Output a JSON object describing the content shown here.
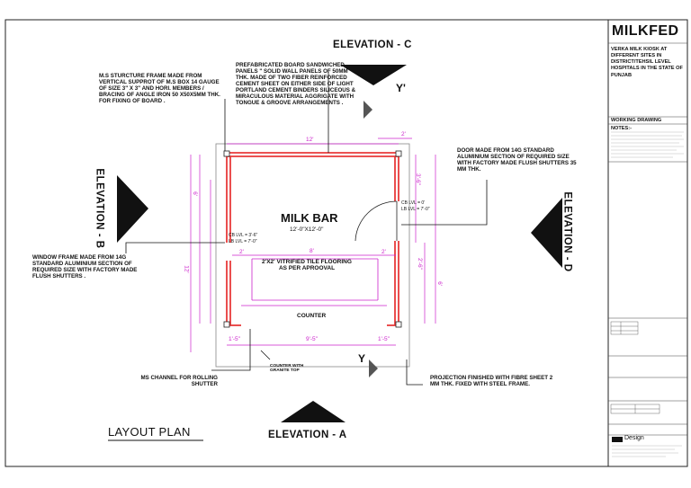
{
  "title_block": {
    "project": "MILKFED",
    "description": "VERKA MILK KIOSK AT DIFFERENT SITES IN DISTRICT/TEHSIL LEVEL HOSPITALS IN THE STATE OF PUNJAB",
    "drawing_type": "WORKING DRAWING",
    "notes_header": "NOTES:-",
    "logo_text": "Design"
  },
  "plan": {
    "title": "LAYOUT PLAN",
    "room_name": "MILK BAR",
    "room_size": "12'-0\"X12'-0\"",
    "flooring": "2'X2' VITRIFIED TILE FLOORING AS PER APROOVAL",
    "counter": "COUNTER",
    "counter_top": "COUNTER WITH GRANITE TOP"
  },
  "elevations": {
    "a": "ELEVATION - A",
    "b": "ELEVATION - B",
    "c": "ELEVATION - C",
    "d": "ELEVATION - D"
  },
  "section_marks": {
    "y_top": "Y'",
    "y_bottom": "Y"
  },
  "annotations": {
    "structure_frame": "M.S STURCTURE FRAME MADE FROM VERTICAL SUPPROT OF M.S BOX 14 GAUGE OF SIZE 3\" x 3\" AND HORI. MEMBERS / BRACING OF ANGLE IRON 50 X50X5MM THK. FOR FIXING OF BOARD .",
    "board_panels": "PREFABRICATED BOARD SANDWICHED PANELS \" SOLID WALL PANELS OF 50MM THK. MADE OF TWO FIBER REINFORCED CEMENT SHEET ON EITHER SIDE OF LIGHT PORTLAND CEMENT BINDERS SILICEOUS & MIRACULOUS MATERIAL AGGRIGATE WITH TONGUE & GROOVE ARRANGEMENTS .",
    "door": "DOOR MADE FROM 14G STANDARD ALUMINIUM SECTION OF REQUIRED SIZE WITH FACTORY MADE FLUSH SHUTTERS 35 MM THK.",
    "window": "WINDOW FRAME MADE FROM 14G STANDARD ALUMINIUM SECTION OF REQUIRED SIZE WITH FACTORY MADE FLUSH SHUTTERS .",
    "ms_channel": "MS CHANNEL FOR ROLLING SHUTTER",
    "projection": "PROJECTION FINISHED WITH FIBRE SHEET 2 MM THK. FIXED WITH STEEL FRAME."
  },
  "dimensions": {
    "top_width": "12'",
    "top_right": "2'",
    "mid_width": "8'",
    "side_2a": "2'",
    "side_2b": "2'",
    "bottom_left": "1'-5\"",
    "bottom_mid": "9'-5\"",
    "bottom_right": "1'-5\"",
    "left_tall": "12'",
    "left_6": "6'",
    "right_3a": "3'-6\"",
    "right_2": "2'-6\"",
    "right_6": "6'",
    "lvl_window_a": "CB LVL = 3'-6\"",
    "lvl_window_b": "LB LVL = 7'-0\"",
    "lvl_door_a": "CB LVL = 0'",
    "lvl_door_b": "LB LVL = 7'-0\""
  },
  "colors": {
    "wall": "#e83a3a",
    "dimension": "#cc22cc",
    "ink": "#111111"
  }
}
